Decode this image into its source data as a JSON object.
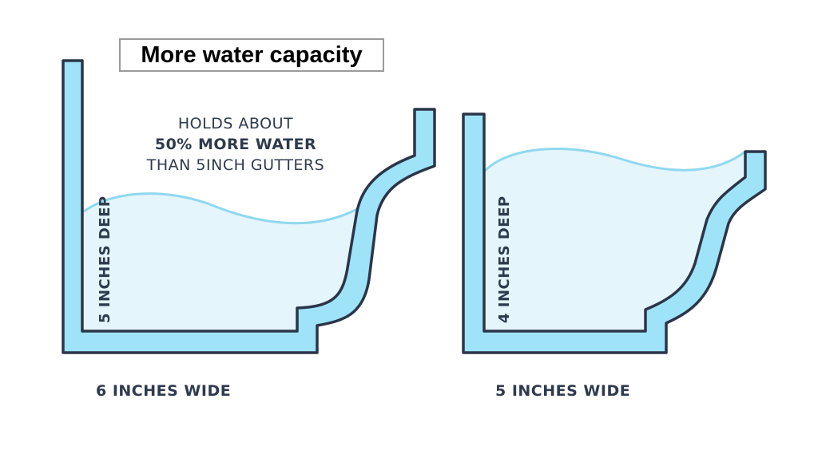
{
  "title": "More water capacity",
  "callout": {
    "line1": "HOLDS ABOUT",
    "line2": "50% MORE WATER",
    "line3": "THAN 5INCH GUTTERS"
  },
  "gutters": [
    {
      "depth_label": "5 INCHES DEEP",
      "width_label": "6 INCHES WIDE"
    },
    {
      "depth_label": "4 INCHES DEEP",
      "width_label": "5 INCHES WIDE"
    }
  ],
  "colors": {
    "gutter": "#9ee3f8",
    "outline": "#2b3548",
    "water": "#e4f5fc",
    "wave": "#8fd8ef",
    "text": "#2e3a4d"
  }
}
